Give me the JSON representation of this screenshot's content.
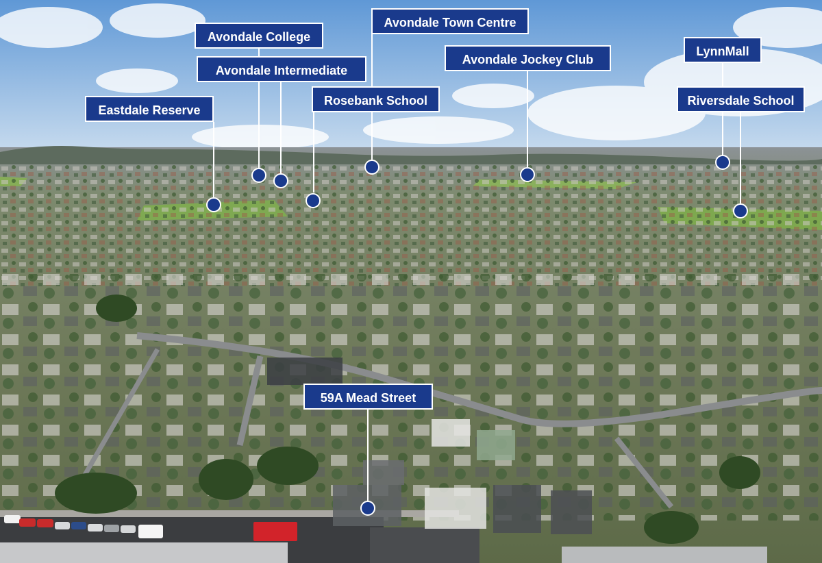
{
  "photo": {
    "description_icon": "aerial-suburb-photo",
    "colors": {
      "sky_top": "#6a9fd8",
      "sky_bottom": "#c9dcef",
      "ground": "#6e7a5a",
      "label_bg": "#1a3a8c",
      "label_text": "#ffffff"
    }
  },
  "labels": {
    "eastdale": "Eastdale Reserve",
    "college": "Avondale College",
    "intermediate": "Avondale Intermediate",
    "town_centre": "Avondale Town Centre",
    "rosebank": "Rosebank School",
    "jockey": "Avondale Jockey Club",
    "lynnmall": "LynnMall",
    "riversdale": "Riversdale School",
    "property": "59A Mead Street"
  }
}
